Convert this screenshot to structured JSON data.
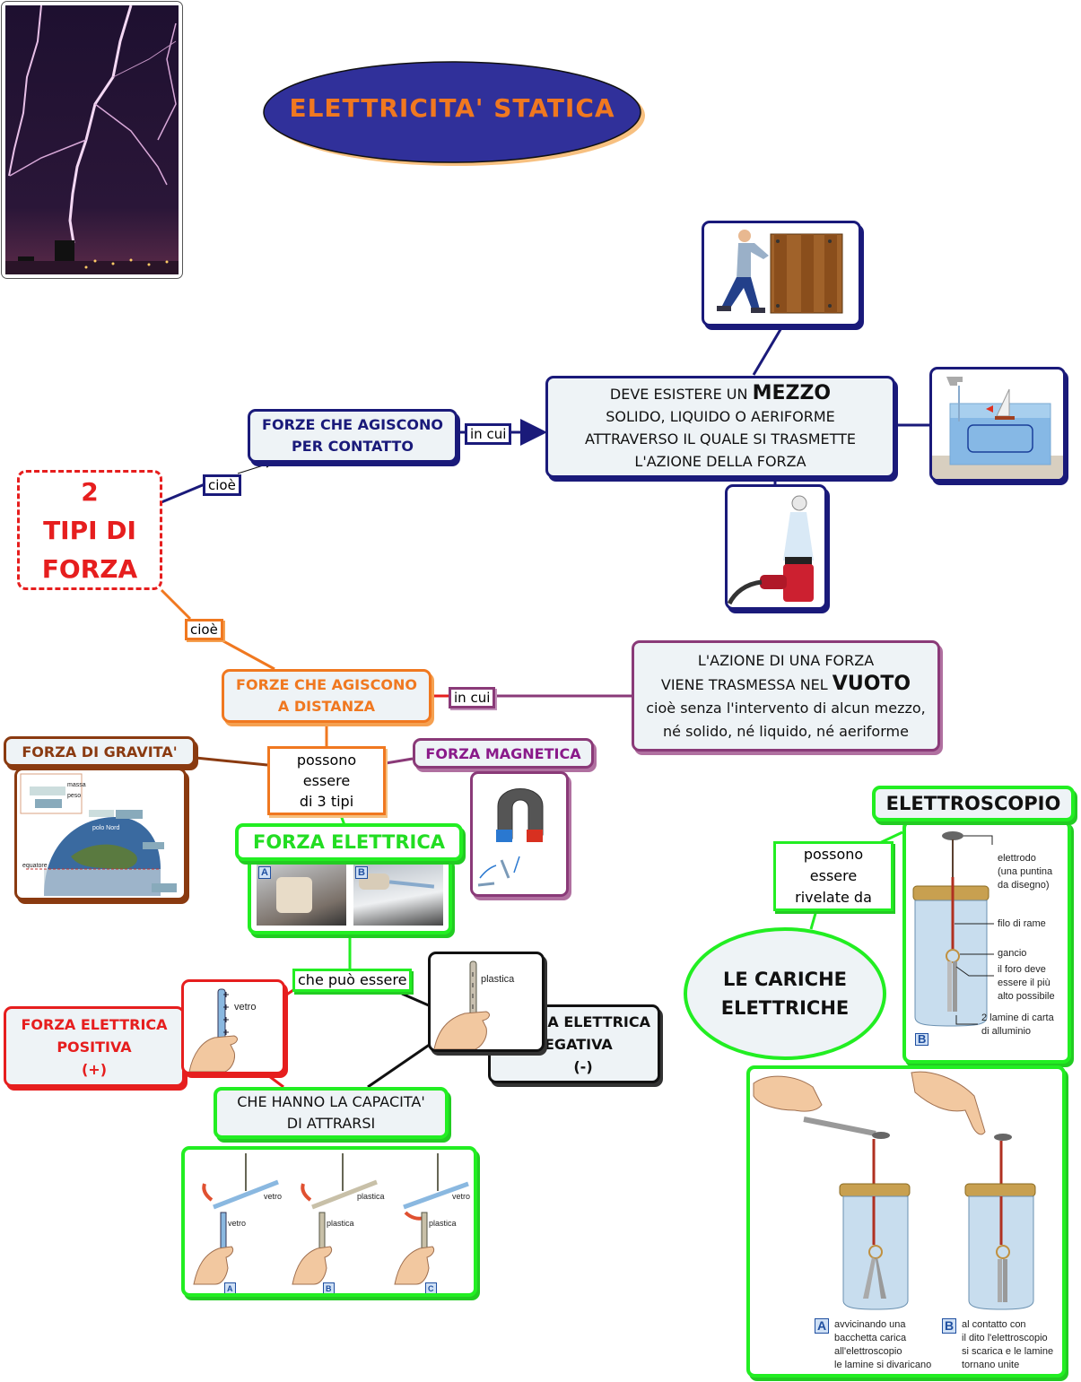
{
  "title": "ELETTRICITA' STATICA",
  "colors": {
    "title_fill": "#30309a",
    "title_text": "#f07820",
    "navy": "#1a1a7a",
    "orange": "#f07820",
    "purple": "#8a3a78",
    "brown": "#8a3a10",
    "green": "#22ee22",
    "red": "#e61e1e",
    "black": "#111111",
    "node_bg": "#eef3f6"
  },
  "images": {
    "lightning": "lightning-photo",
    "pushing_crate": "person-pushing-crate",
    "water_tank": "water-tank-boat",
    "hair_dryer": "hair-dryer-ball",
    "gravity": "earth-scales-gravity",
    "magnet": "horseshoe-magnet-nails",
    "rubbing": "rubbing-rod-photos",
    "glass_rod": "hand-glass-rod",
    "plastic_rod": "hand-plastic-rod",
    "attraction": "suspended-rods-experiment",
    "electroscope": "electroscope-jar",
    "electroscope_demo": "electroscope-demonstration"
  },
  "central": {
    "lines": [
      "2",
      "TIPI DI",
      "FORZA"
    ]
  },
  "links": {
    "cioe_1": "cioè",
    "cioe_2": "cioè",
    "in_cui_1": "in cui",
    "in_cui_2": "in cui",
    "possono_3_tipi": [
      "possono essere",
      "di 3 tipi"
    ],
    "che_puo_essere": "che può essere",
    "rivelate_da": [
      "possono essere",
      "rivelate da"
    ]
  },
  "contatto": {
    "title": [
      "FORZE CHE AGISCONO",
      "PER CONTATTO"
    ],
    "description": {
      "line1_prefix": "DEVE ESISTERE UN",
      "line1_bold": "MEZZO",
      "line2": "SOLIDO, LIQUIDO O AERIFORME",
      "line3": "ATTRAVERSO IL QUALE SI TRASMETTE",
      "line4": "L'AZIONE DELLA FORZA"
    }
  },
  "distanza": {
    "title": [
      "FORZE CHE AGISCONO",
      "A DISTANZA"
    ],
    "description": {
      "line1": "L'AZIONE DI UNA FORZA",
      "line2_prefix": "VIENE TRASMESSA NEL",
      "line2_bold": "VUOTO",
      "line3": "cioè senza l'intervento di alcun mezzo,",
      "line4": "né solido, né liquido, né aeriforme"
    }
  },
  "tipi": {
    "gravita": "FORZA DI GRAVITA'",
    "magnetica": "FORZA MAGNETICA",
    "elettrica": "FORZA ELETTRICA"
  },
  "elettrica": {
    "positiva": [
      "FORZA ELETTRICA",
      "POSITIVA",
      "(+)"
    ],
    "negativa": [
      "A ELETTRICA",
      "EGATIVA",
      "(-)"
    ],
    "attrarsi": [
      "CHE HANNO LA CAPACITA'",
      "DI ATTRARSI"
    ],
    "rod_labels": {
      "glass": "vetro",
      "plastic": "plastica"
    },
    "photo_tags": [
      "A",
      "B"
    ],
    "experiment": {
      "panels": [
        {
          "tag": "A",
          "top": "vetro",
          "hand": "vetro"
        },
        {
          "tag": "B",
          "top": "plastica",
          "hand": "plastica"
        },
        {
          "tag": "C",
          "top": "vetro",
          "hand": "plastica"
        }
      ]
    }
  },
  "gravity_labels": [
    "massa",
    "peso",
    "polo Nord",
    "equatore"
  ],
  "cariche": [
    "LE CARICHE",
    "ELETTRICHE"
  ],
  "elettroscopio": {
    "title": "ELETTROSCOPIO",
    "tag": "B",
    "parts": [
      "elettrodo\n(una puntina\nda disegno)",
      "filo di rame",
      "gancio",
      "il foro deve\nessere il più\nalto possibile",
      "2 lamine di carta\ndi alluminio"
    ],
    "demo": [
      {
        "tag": "A",
        "caption": [
          "avvicinando una",
          "bacchetta carica",
          "all'elettroscopio",
          "le lamine si divaricano"
        ]
      },
      {
        "tag": "B",
        "caption": [
          "al contatto con",
          "il dito l'elettroscopio",
          "si scarica e le lamine",
          "tornano unite"
        ]
      }
    ]
  }
}
